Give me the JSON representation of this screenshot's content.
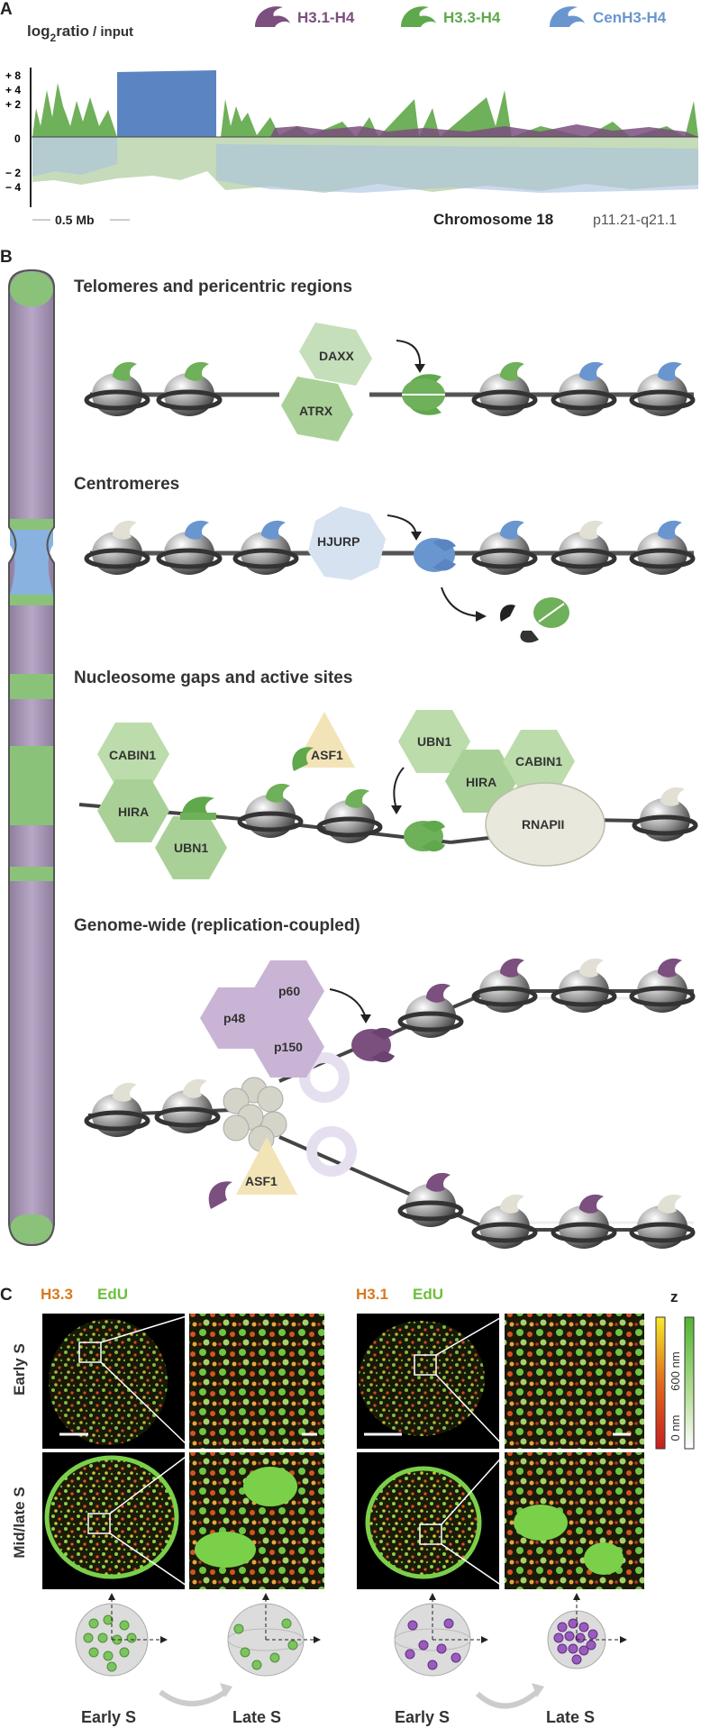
{
  "panel_a": {
    "letter": "A",
    "ylabel_main": "log",
    "ylabel_sub": "2",
    "ylabel_rest": "ratio",
    "ylabel_tail": "/ input",
    "legend": [
      {
        "label": "H3.1-H4",
        "color": "#7b4f7e"
      },
      {
        "label": "H3.3-H4",
        "color": "#5fa84c"
      },
      {
        "label": "CenH3-H4",
        "color": "#6a96d0"
      }
    ],
    "yticks": [
      "+ 8",
      "+ 4",
      "+ 2",
      "0",
      "− 2",
      "− 4"
    ],
    "scale_label": "0.5 Mb",
    "chromosome": "Chromosome 18",
    "region": "p11.21-q21.1"
  },
  "panel_b": {
    "letter": "B",
    "sections": [
      "Telomeres and pericentric regions",
      "Centromeres",
      "Nucleosome gaps and active sites",
      "Genome-wide (replication-coupled)"
    ],
    "chaperones": {
      "daxx": "DAXX",
      "atrx": "ATRX",
      "hjurp": "HJURP",
      "cabin1": "CABIN1",
      "hira": "HIRA",
      "ubn1": "UBN1",
      "asf1": "ASF1",
      "rnapii": "RNAPII",
      "p60": "p60",
      "p48": "p48",
      "p150": "p150"
    }
  },
  "panel_c": {
    "letter": "C",
    "left_title_a": "H3.3",
    "left_title_b": "EdU",
    "right_title_a": "H3.1",
    "right_title_b": "EdU",
    "row_labels": [
      "Early S",
      "Mid/late S"
    ],
    "z_label": "z",
    "z_top": "600 nm",
    "z_bottom": "0 nm",
    "bottom_labels": [
      "Early S",
      "Late S",
      "Early S",
      "Late S"
    ],
    "colors": {
      "h3_label": "#d9791d",
      "edu_label": "#6cbf3a"
    }
  }
}
